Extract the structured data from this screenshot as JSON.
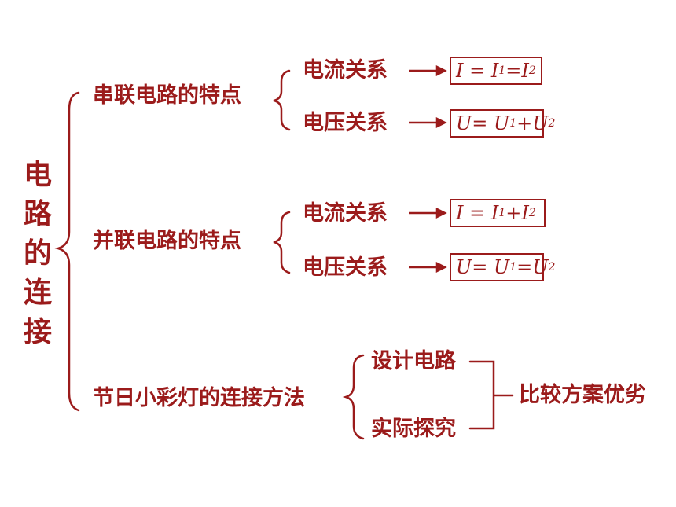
{
  "root": "电路的连接",
  "series": {
    "title": "串联电路的特点",
    "current_label": "电流关系",
    "current_formula": {
      "a": "I",
      "eq": "=",
      "b": "I",
      "b_sub": "1",
      "op": "=",
      "c": "I",
      "c_sub": "2"
    },
    "voltage_label": "电压关系",
    "voltage_formula": {
      "a": "U",
      "eq": "=",
      "b": "U",
      "b_sub": "1",
      "op": "+",
      "c": "U",
      "c_sub": "2"
    }
  },
  "parallel": {
    "title": "并联电路的特点",
    "current_label": "电流关系",
    "current_formula": {
      "a": "I",
      "eq": "=",
      "b": "I",
      "b_sub": "1",
      "op": "+",
      "c": "I",
      "c_sub": "2"
    },
    "voltage_label": "电压关系",
    "voltage_formula": {
      "a": "U",
      "eq": "=",
      "b": "U",
      "b_sub": "1",
      "op": "=",
      "c": "U",
      "c_sub": "2"
    }
  },
  "lights": {
    "title": "节日小彩灯的连接方法",
    "design": "设计电路",
    "explore": "实际探究",
    "compare": "比较方案优劣"
  },
  "colors": {
    "primary": "#9b1b1b"
  }
}
